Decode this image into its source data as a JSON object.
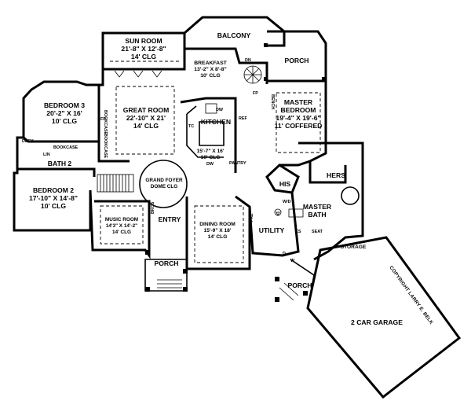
{
  "rooms": {
    "sun_room": [
      "SUN ROOM",
      "21'-8\" X 12'-8\"",
      "14' CLG"
    ],
    "balcony": [
      "BALCONY"
    ],
    "porch_rear": [
      "PORCH"
    ],
    "breakfast": [
      "BREAKFAST",
      "13'-2\" X 8'-8\"",
      "10' CLG"
    ],
    "bedroom3": [
      "BEDROOM 3",
      "20'-2\" X 16'",
      "10' CLG"
    ],
    "great_room": [
      "GREAT ROOM",
      "22'-10\" X 21'",
      "14' CLG"
    ],
    "kitchen": [
      "KITCHEN"
    ],
    "kitchen_size": [
      "15'-7\" X 16'",
      "10' CLG"
    ],
    "master_bedroom": [
      "MASTER",
      "BEDROOM",
      "19'-4\" X 19'-6\"",
      "11' COFFERED"
    ],
    "bath2": [
      "BATH 2"
    ],
    "bedroom2": [
      "BEDROOM 2",
      "17'-10\" X 14'-8\"",
      "10' CLG"
    ],
    "grand_foyer": [
      "GRAND FOYER",
      "DOME CLG"
    ],
    "his": [
      "HIS"
    ],
    "hers": [
      "HERS"
    ],
    "master_bath": [
      "MASTER",
      "BATH"
    ],
    "music_room": [
      "MUSIC ROOM",
      "14'3\" X 14'-2\"",
      "14' CLG"
    ],
    "entry": [
      "ENTRY"
    ],
    "dining_room": [
      "DINING ROOM",
      "15'-9\" X 18'",
      "14' CLG"
    ],
    "utility": [
      "UTILITY"
    ],
    "storage": [
      "STORAGE"
    ],
    "porch_front": [
      "PORCH"
    ],
    "porch_garage": [
      "PORCH"
    ],
    "garage": [
      "2 CAR GARAGE"
    ]
  },
  "small_labels": {
    "fp_bedroom": "FP",
    "fp_master": "FP",
    "dn": "DN",
    "ref": "REF",
    "pantry": "PANTRY",
    "dw_top": "DW",
    "dw_bottom": "DW",
    "tc": "TC",
    "desk": "DESK",
    "lin": "LIN",
    "bookcase1": "BOOKCASE",
    "bookcase2": "BOOKCASE",
    "bookcase3": "BOOKCASE",
    "bench": "BENCH",
    "wd": "W/D",
    "ks": "KS",
    "seat": "SEAT",
    "d": "D",
    "w": "W",
    "frz": "FRZ",
    "bkcs": "BKCS"
  },
  "copyright": "COPYRIGHT LARRY E. BELK"
}
